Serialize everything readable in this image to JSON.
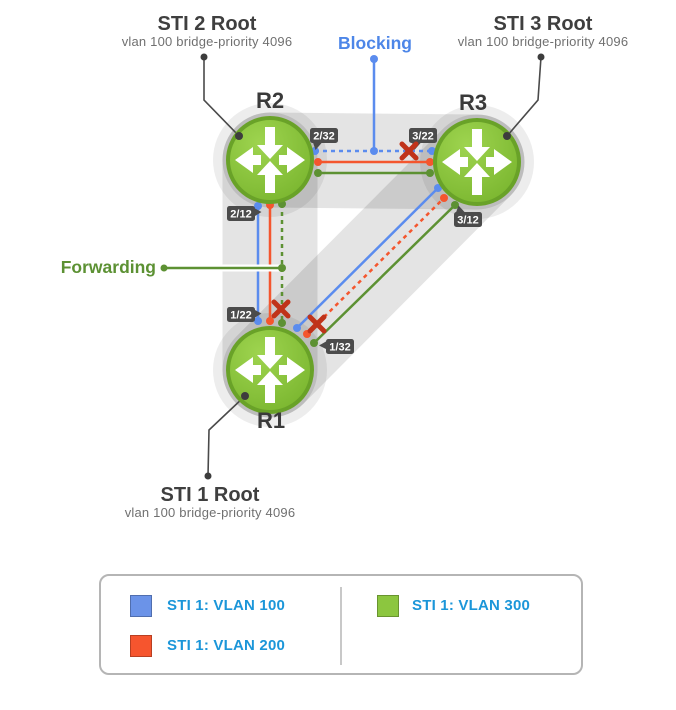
{
  "diagram": {
    "blocking_label": "Blocking",
    "forwarding_label": "Forwarding",
    "routers": {
      "r1": "R1",
      "r2": "R2",
      "r3": "R3"
    },
    "callouts": {
      "sti2": {
        "title": "STI 2 Root",
        "subtitle": "vlan 100 bridge-priority 4096"
      },
      "sti3": {
        "title": "STI 3 Root",
        "subtitle": "vlan 100 bridge-priority 4096"
      },
      "sti1": {
        "title": "STI 1 Root",
        "subtitle": "vlan 100 bridge-priority 4096"
      }
    },
    "ports": {
      "p2_32": "2/32",
      "p3_22": "3/22",
      "p2_12": "2/12",
      "p1_22": "1/22",
      "p3_12": "3/12",
      "p1_32": "1/32"
    }
  },
  "legend": {
    "items": [
      {
        "label": "STI 1: VLAN 100",
        "color": "#6b93e8"
      },
      {
        "label": "STI 1: VLAN 200",
        "color": "#f6552e"
      },
      {
        "label": "STI 1: VLAN 300",
        "color": "#8cc63f"
      }
    ]
  },
  "colors": {
    "vlan100_blue": "#5b8cee",
    "vlan200_orange": "#f4562e",
    "vlan300_green": "#5d9133",
    "blocked_x_red": "#c0331a",
    "router_green": "#7db832",
    "blocking_text_blue": "#4d86e8",
    "forwarding_text_green": "#5c9133",
    "legend_text_blue": "#1b96d9"
  }
}
